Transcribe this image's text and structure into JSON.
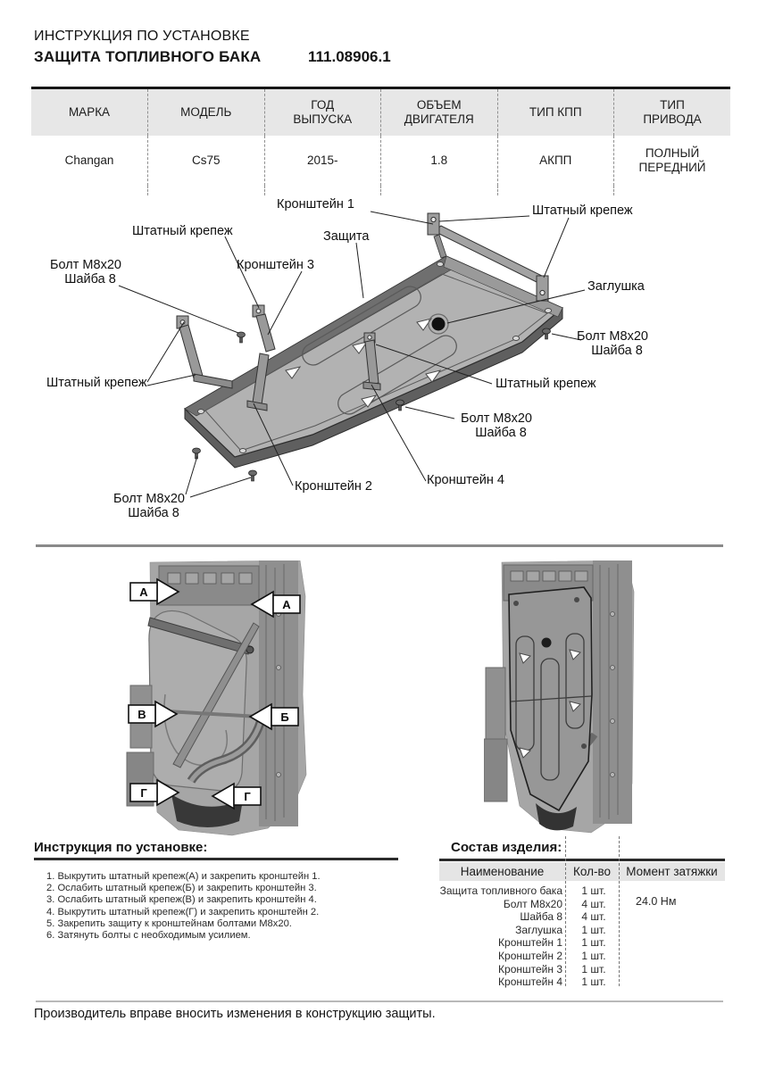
{
  "header": {
    "line1": "ИНСТРУКЦИЯ ПО УСТАНОВКЕ",
    "title": "ЗАЩИТА ТОПЛИВНОГО БАКА",
    "part_number": "111.08906.1"
  },
  "spec_table": {
    "headers": [
      {
        "l1": "МАРКА",
        "l2": ""
      },
      {
        "l1": "МОДЕЛЬ",
        "l2": ""
      },
      {
        "l1": "ГОД",
        "l2": "ВЫПУСКА"
      },
      {
        "l1": "ОБЪЕМ",
        "l2": "ДВИГАТЕЛЯ"
      },
      {
        "l1": "ТИП КПП",
        "l2": ""
      },
      {
        "l1": "ТИП",
        "l2": "ПРИВОДА"
      }
    ],
    "row": [
      {
        "l1": "Changan",
        "l2": ""
      },
      {
        "l1": "Cs75",
        "l2": ""
      },
      {
        "l1": "2015-",
        "l2": ""
      },
      {
        "l1": "1.8",
        "l2": ""
      },
      {
        "l1": "АКПП",
        "l2": ""
      },
      {
        "l1": "ПОЛНЫЙ",
        "l2": "ПЕРЕДНИЙ"
      }
    ]
  },
  "diagram": {
    "labels": {
      "kronshtein_1": "Кронштейн 1",
      "kronshtein_2": "Кронштейн 2",
      "kronshtein_3": "Кронштейн 3",
      "kronshtein_4": "Кронштейн 4",
      "shtatny_krepezh": "Штатный крепеж",
      "zashchita": "Защита",
      "zaglushka": "Заглушка",
      "bolt": "Болт М8х20",
      "shayba": "Шайба 8"
    }
  },
  "photos": {
    "markers": {
      "a": "А",
      "b": "Б",
      "v": "В",
      "g": "Г"
    }
  },
  "instructions": {
    "title": "Инструкция по установке:",
    "items": [
      "1. Выкрутить штатный крепеж(А) и закрепить кронштейн 1.",
      "2. Ослабить штатный крепеж(Б) и закрепить кронштейн 3.",
      "3. Ослабить штатный крепеж(В) и закрепить кронштейн 4.",
      "4. Выкрутить штатный крепеж(Г) и закрепить кронштейн 2.",
      "5. Закрепить защиту к кронштейнам болтами М8х20.",
      "6. Затянуть болты с необходимым усилием."
    ]
  },
  "parts": {
    "title": "Состав изделия:",
    "headers": [
      "Наименование",
      "Кол-во",
      "Момент затяжки"
    ],
    "rows": [
      {
        "name": "Защита топливного бака",
        "qty": "1 шт."
      },
      {
        "name": "Болт М8х20",
        "qty": "4 шт."
      },
      {
        "name": "Шайба 8",
        "qty": "4 шт."
      },
      {
        "name": "Заглушка",
        "qty": "1 шт."
      },
      {
        "name": "Кронштейн 1",
        "qty": "1 шт."
      },
      {
        "name": "Кронштейн 2",
        "qty": "1 шт."
      },
      {
        "name": "Кронштейн 3",
        "qty": "1 шт."
      },
      {
        "name": "Кронштейн 4",
        "qty": "1 шт."
      }
    ],
    "torque": "24.0 Нм"
  },
  "footer": {
    "note": "Производитель вправе вносить изменения в конструкцию защиты."
  },
  "colors": {
    "table_header_bg": "#e7e7e7",
    "plate_fill": "#b2b2b2",
    "divider": "#8a8a8a"
  }
}
